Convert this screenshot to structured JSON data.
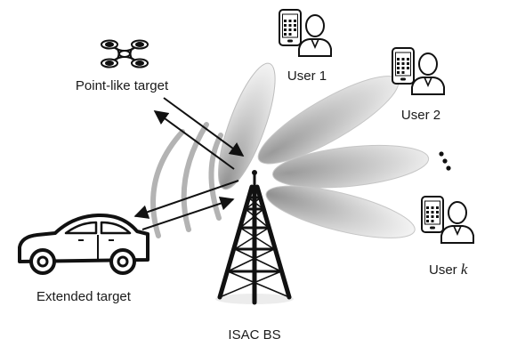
{
  "labels": {
    "point_target": "Point-like target",
    "extended_target": "Extended target",
    "base_station": "ISAC BS",
    "user_1": "User 1",
    "user_2": "User 2",
    "user_k_prefix": "User ",
    "user_k_var": "k"
  },
  "icons": {
    "drone": "drone-icon",
    "car": "car-icon",
    "tower": "tower-icon",
    "user": "user-with-phone-icon"
  },
  "colors": {
    "stroke": "#111111",
    "wave": "#b3b3b3",
    "beam_light": "#f2f2f2",
    "beam_dark": "#8c8c8c"
  }
}
